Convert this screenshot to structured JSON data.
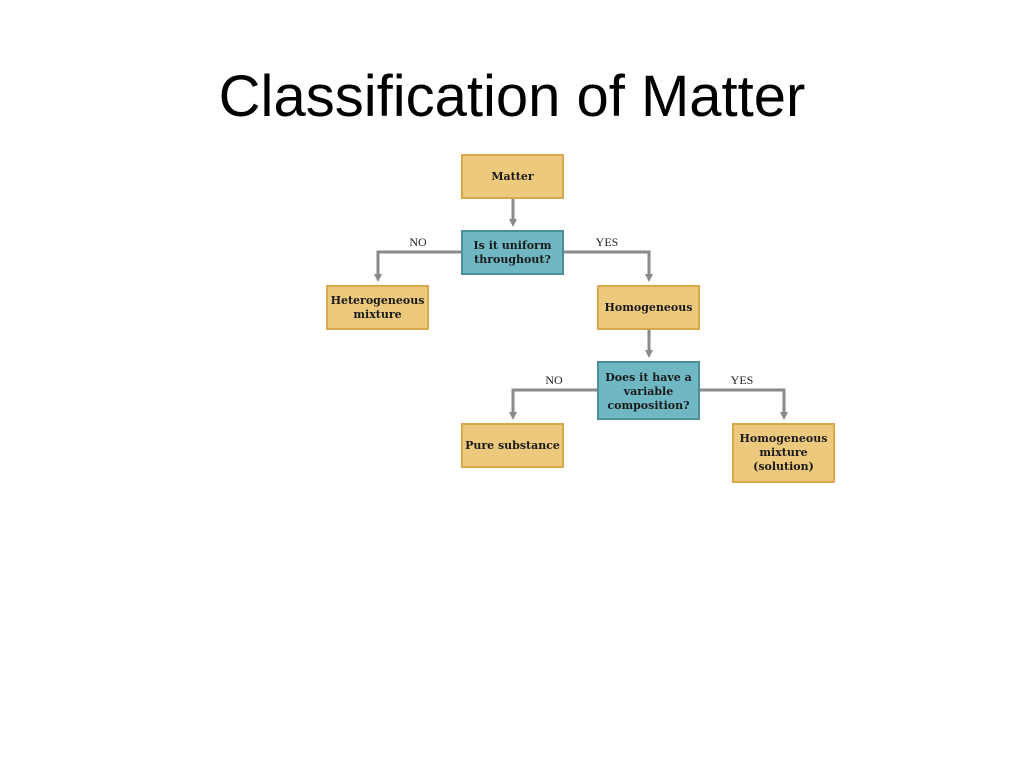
{
  "slide": {
    "title": "Classification of Matter"
  },
  "colors": {
    "tan_fill": "#ECC97D",
    "tan_border": "#D6A94C",
    "teal_fill": "#6FB7C2",
    "teal_border": "#4A8F9A",
    "arrow": "#8A8A8A"
  },
  "flowchart": {
    "matter": {
      "lines": [
        "Matter"
      ]
    },
    "q_uniform": {
      "lines": [
        "Is it uniform",
        "throughout?"
      ]
    },
    "heterogeneous": {
      "lines": [
        "Heterogeneous",
        "mixture"
      ]
    },
    "homogeneous": {
      "lines": [
        "Homogeneous"
      ]
    },
    "q_variable": {
      "lines": [
        "Does it have a",
        "variable",
        "composition?"
      ]
    },
    "pure_substance": {
      "lines": [
        "Pure substance"
      ]
    },
    "solution": {
      "lines": [
        "Homogeneous",
        "mixture",
        "(solution)"
      ]
    },
    "labels": {
      "q1_no": "NO",
      "q1_yes": "YES",
      "q2_no": "NO",
      "q2_yes": "YES"
    }
  }
}
